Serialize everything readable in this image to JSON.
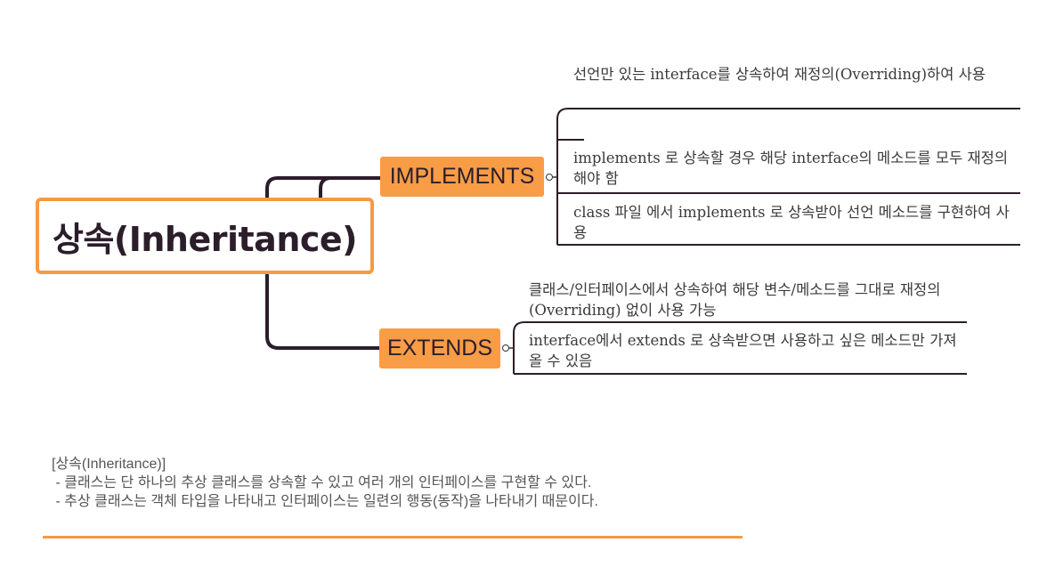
{
  "root": {
    "title": "상속(Inheritance)"
  },
  "branches": [
    {
      "label": "IMPLEMENTS",
      "items": [
        "선언만 있는 interface를 상속하여 재정의(Overriding)하여 사용",
        "implements 로 상속할 경우 해당 interface의 메소드를 모두 재정의해야 함",
        "class 파일 에서 implements 로 상속받아 선언 메소드를 구현하여 사용"
      ]
    },
    {
      "label": "EXTENDS",
      "items": [
        "클래스/인터페이스에서 상속하여 해당 변수/메소드를 그대로 재정의(Overriding) 없이 사용 가능",
        "interface에서 extends 로 상속받으면 사용하고 싶은 메소드만 가져올 수 있음"
      ]
    }
  ],
  "note": {
    "title": "[상속(Inheritance)]",
    "lines": [
      " - 클래스는 단 하나의 추상 클래스를 상속할 수 있고 여러 개의 인터페이스를 구현할 수 있다.",
      " - 추상 클래스는 객체 타입을 나타내고 인터페이스는 일련의 행동(동작)을 나타내기 때문이다."
    ]
  },
  "colors": {
    "accent": "#f89c46",
    "root_border": "#f59a45",
    "line": "#2b1e2a"
  }
}
